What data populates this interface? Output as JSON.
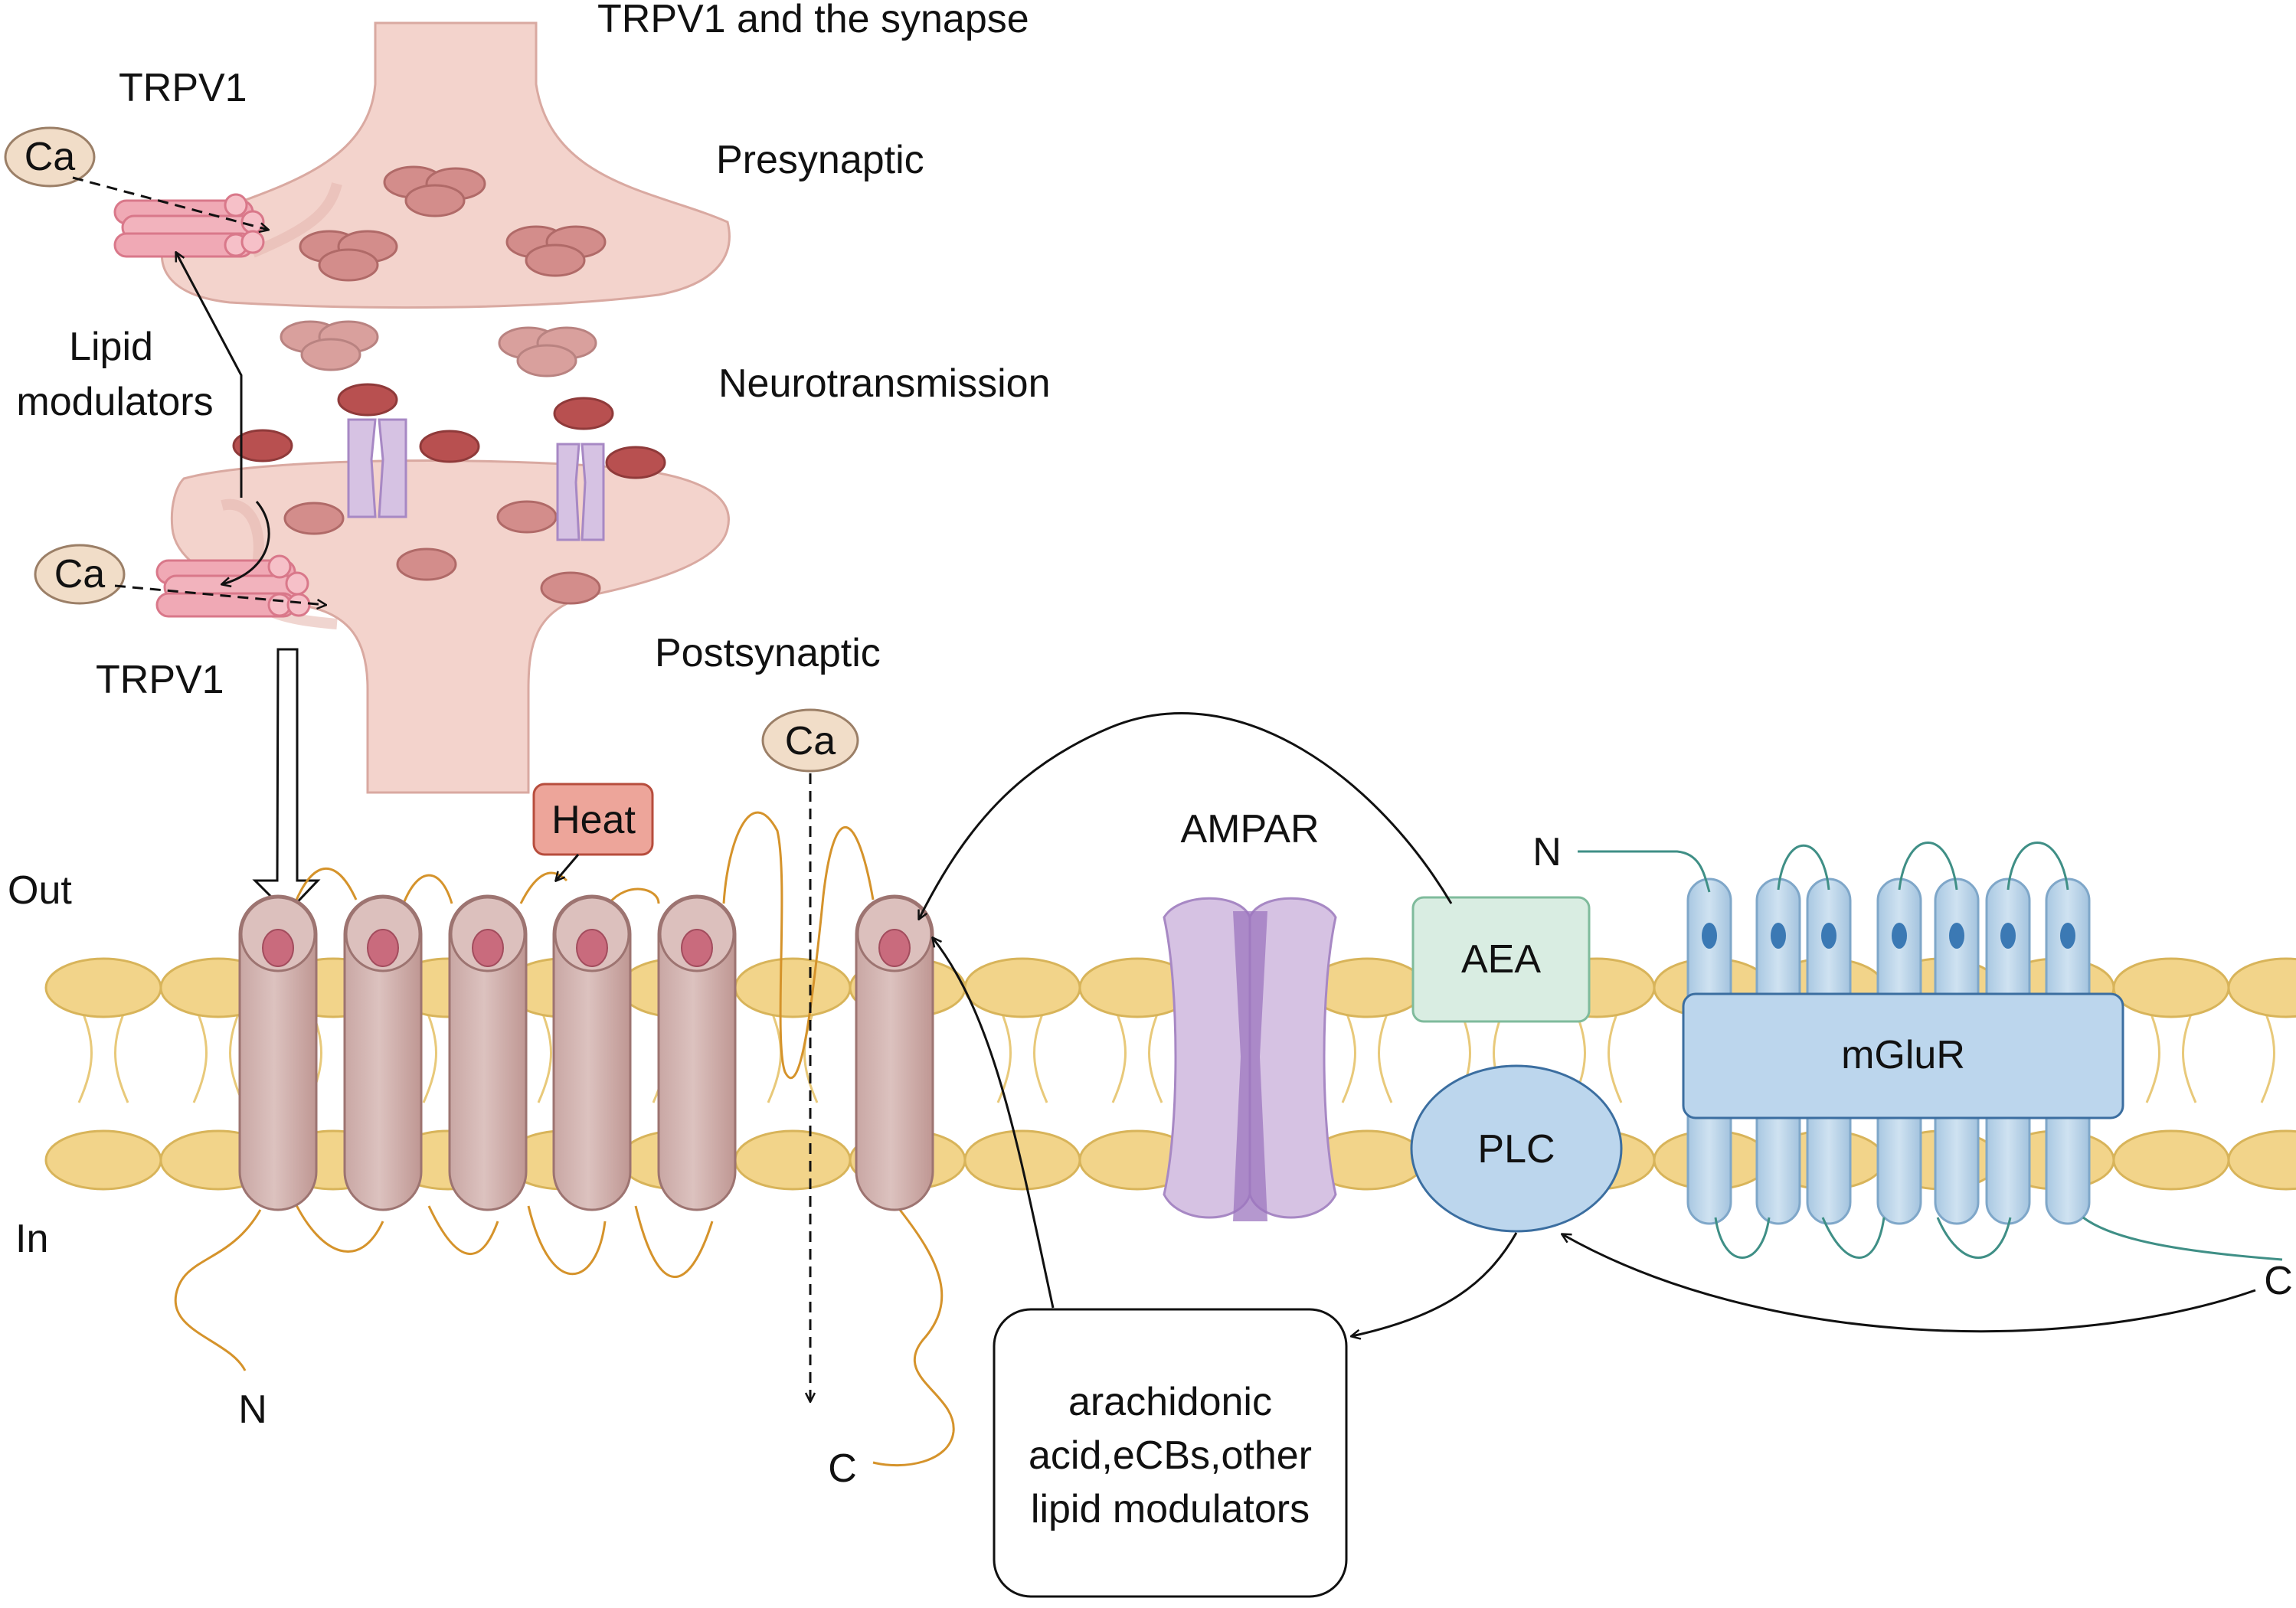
{
  "title": "TRPV1 and the synapse",
  "labels": {
    "trpv1_top": "TRPV1",
    "trpv1_bottom": "TRPV1",
    "presynaptic": "Presynaptic",
    "neurotransmission": "Neurotransmission",
    "postsynaptic": "Postsynaptic",
    "lipid_modulators_line1": "Lipid",
    "lipid_modulators_line2": "modulators",
    "out": "Out",
    "in": "In",
    "ampar": "AMPAR",
    "heat": "Heat",
    "aea": "AEA",
    "plc": "PLC",
    "mglur": "mGluR",
    "ca": "Ca",
    "trpv1_n_terminus": "N",
    "trpv1_c_terminus": "C",
    "mglur_n_terminus": "N",
    "mglur_c_terminus": "C",
    "lipid_box_line1": "arachidonic",
    "lipid_box_line2": "acid,eCBs,other",
    "lipid_box_line3": "lipid modulators"
  },
  "colors": {
    "neuron": "#f3d3cc",
    "vesicle": "#d38d8b",
    "neurotransmitter": "#b85050",
    "trpv1_channel": "#d6b8b5",
    "trpv1_cap": "#c96b7d",
    "membrane_lipid": "#f2d48a",
    "ampar": "#d6c2e3",
    "aea_box": "#d9ede2",
    "plc": "#bcd6ed",
    "mglur": "#bcd7ea",
    "heat_box": "#eda59a",
    "ca_ion": "#f1ddc8",
    "loop_orange": "#d5932b",
    "loop_teal": "#3f8f86"
  }
}
